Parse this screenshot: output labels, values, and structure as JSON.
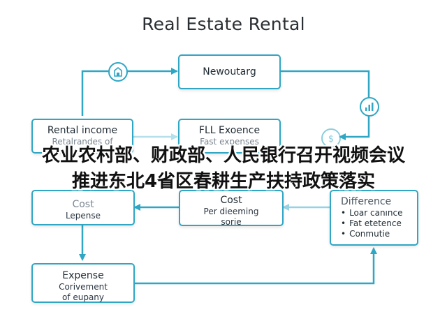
{
  "diagram": {
    "title": "Real Estate Rental",
    "nodes": {
      "new_outarg": {
        "label": "Newoutarg"
      },
      "rental_income": {
        "label": "Rental income",
        "sub": "Retalrandes of"
      },
      "full_expence": {
        "label": "FLL Exoence",
        "sub": "Fast expenses"
      },
      "cost_left": {
        "label": "Cost",
        "sub": "Lepense"
      },
      "cost_mid": {
        "label": "Cost",
        "sub1": "Per dieeming",
        "sub2": "sorie"
      },
      "difference": {
        "label": "Difference",
        "items": [
          "Loar canınce",
          "Fat etetence",
          "Conmutie"
        ]
      },
      "expense": {
        "label": "Expense",
        "sub1": "Corivement",
        "sub2": "of eupany"
      }
    },
    "icons": {
      "top_left": "building-icon",
      "right": "bar-chart-icon",
      "mid": "dollar-icon"
    }
  },
  "overlay": {
    "line1": "农业农村部、财政部、人民银行召开视频会议",
    "line2": "推进东北4省区春耕生产扶持政策落实"
  },
  "colors": {
    "accent": "#2fa6c4",
    "text": "#1f2b33",
    "background": "#ffffff"
  }
}
